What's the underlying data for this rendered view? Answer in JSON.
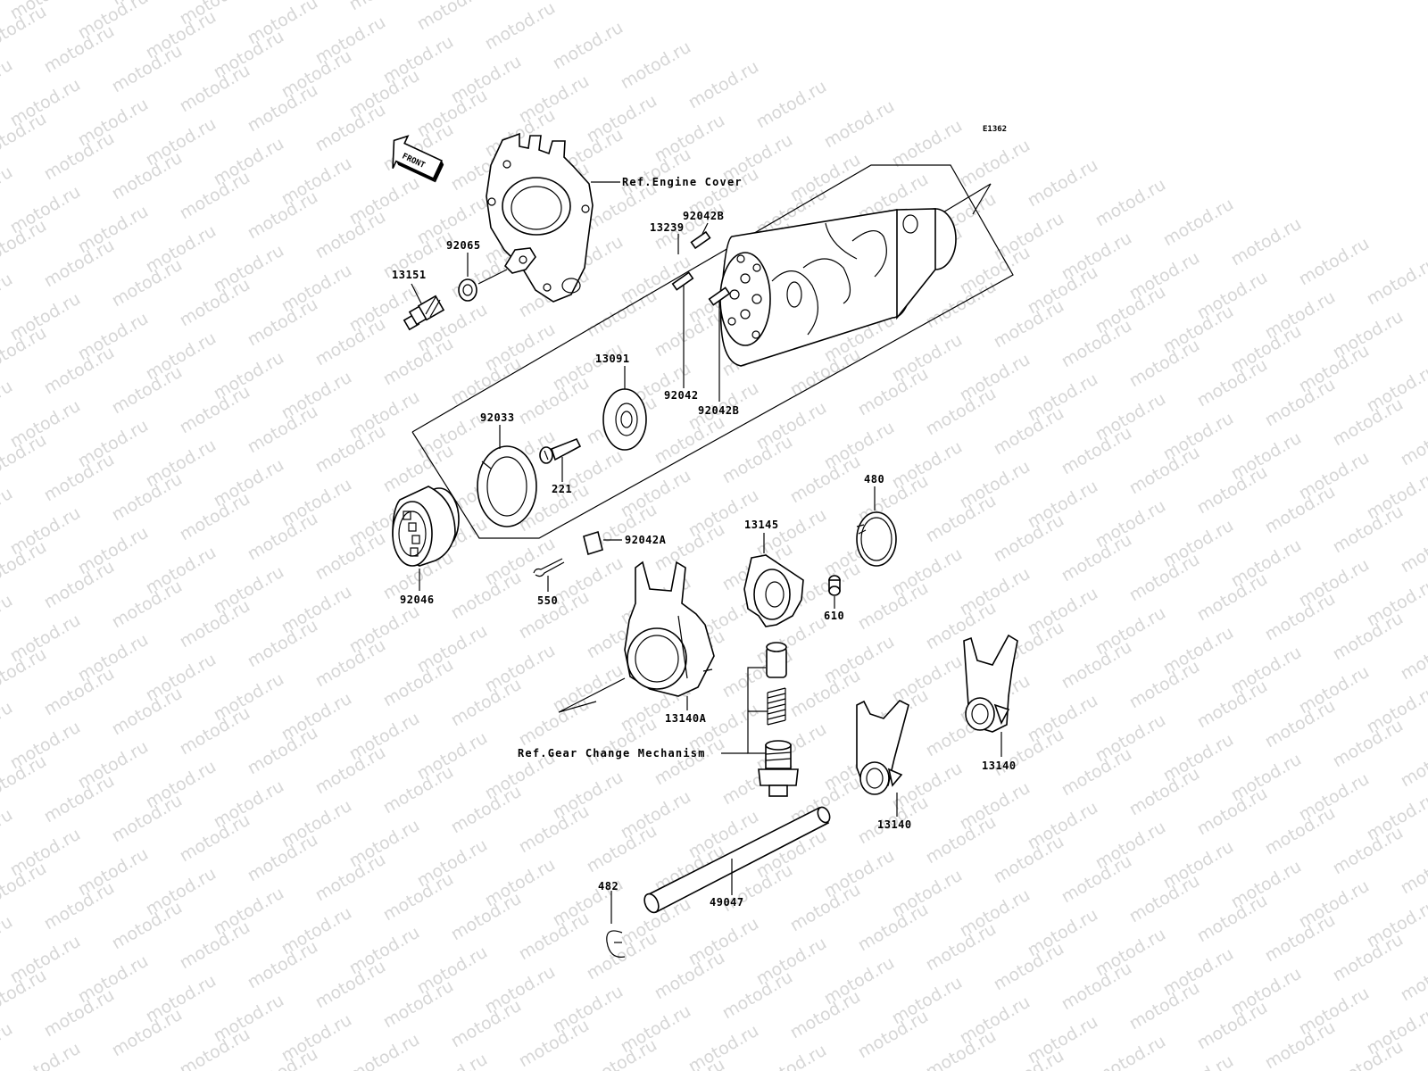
{
  "diagram_code": "E1362",
  "watermark": "motod.ru",
  "front_arrow_label": "FRONT",
  "refs": {
    "engine_cover": "Ref.Engine Cover",
    "gear_change": "Ref.Gear Change Mechanism"
  },
  "parts": {
    "p13151": "13151",
    "p92065": "92065",
    "p13239": "13239",
    "p92042B_a": "92042B",
    "p13091": "13091",
    "p92042": "92042",
    "p92042B_b": "92042B",
    "p92033": "92033",
    "p221": "221",
    "p92046": "92046",
    "p92042A": "92042A",
    "p550": "550",
    "p13145": "13145",
    "p480": "480",
    "p610": "610",
    "p13140A": "13140A",
    "p13140_a": "13140",
    "p13140_b": "13140",
    "p482": "482",
    "p49047": "49047"
  }
}
